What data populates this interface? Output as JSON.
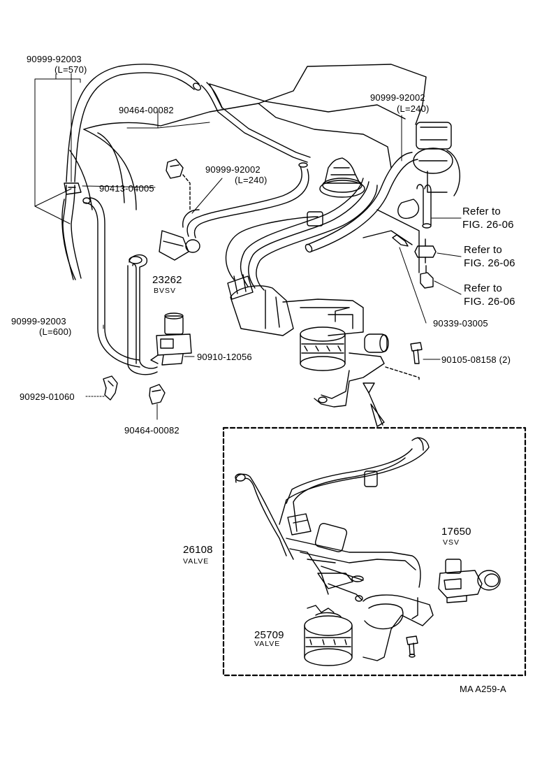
{
  "labels": {
    "p_90999_92003_top": "90999-92003",
    "len_570": "(L=570)",
    "p_90464_00082_top": "90464-00082",
    "p_90413_04005": "90413-04005",
    "p_90999_92002_mid": "90999-92002",
    "len_240_mid": "(L=240)",
    "p_90999_92002_right": "90999-92002",
    "len_240_right": "(L=240)",
    "refer_1": "Refer to",
    "fig_1": "FIG. 26-06",
    "refer_2": "Refer to",
    "fig_2": "FIG. 26-06",
    "refer_3": "Refer to",
    "fig_3": "FIG. 26-06",
    "p_23262": "23262",
    "bvsv": "BVSV",
    "p_90339_03005": "90339-03005",
    "p_90999_92003_left": "90999-92003",
    "len_600": "(L=600)",
    "p_90910_12056": "90910-12056",
    "p_90105_08158": "90105-08158 (2)",
    "p_90929_01060": "90929-01060",
    "p_90464_00082_bottom": "90464-00082",
    "p_17650": "17650",
    "vsv": "VSV",
    "p_26108": "26108",
    "valve_26108": "VALVE",
    "p_25709": "25709",
    "valve_25709": "VALVE",
    "figure_code": "MA  A259-A"
  }
}
